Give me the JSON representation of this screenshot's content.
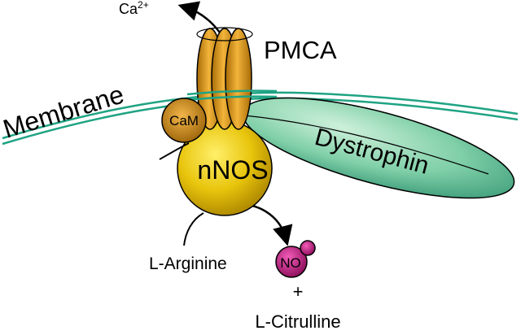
{
  "labels": {
    "ion": "Ca",
    "ion_charge": "2+",
    "pump": "PMCA",
    "membrane": "Membrane",
    "calmodulin": "CaM",
    "enzyme": "nNOS",
    "scaffold": "Dystrophin",
    "substrate": "L-Arginine",
    "product_gas": "NO",
    "plus": "+",
    "coproduct": "L-Citrulline"
  },
  "colors": {
    "membrane_line": "#1fa383",
    "pmca_gold": "#d99a18",
    "cam_orange": "#c9870f",
    "nnos_yellow": "#e8c40c",
    "dystrophin_green": "#7fcfa8",
    "no_magenta": "#c0137d",
    "outline": "#000000"
  }
}
